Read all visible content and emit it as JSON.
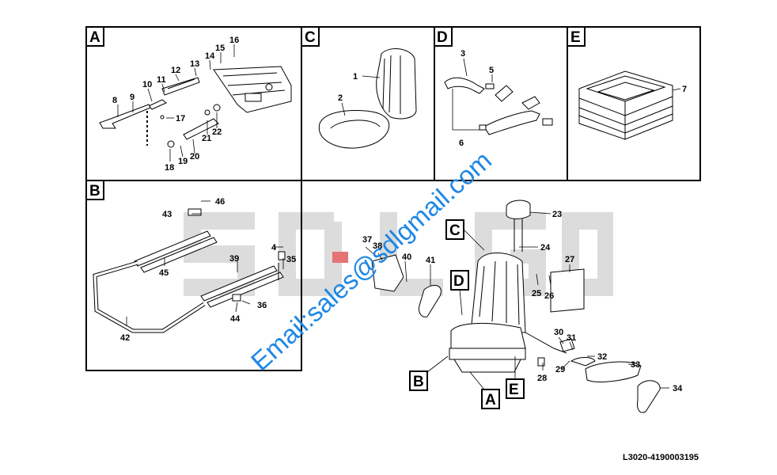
{
  "panels": {
    "A": {
      "letter": "A",
      "callouts": [
        "8",
        "9",
        "10",
        "11",
        "12",
        "13",
        "14",
        "15",
        "16",
        "17",
        "18",
        "19",
        "20",
        "21",
        "22"
      ]
    },
    "B": {
      "letter": "B",
      "callouts": [
        "4",
        "35",
        "36",
        "39",
        "42",
        "43",
        "44",
        "45",
        "46"
      ]
    },
    "C": {
      "letter": "C",
      "callouts": [
        "1",
        "2"
      ]
    },
    "D": {
      "letter": "D",
      "callouts": [
        "3",
        "5",
        "6"
      ]
    },
    "E": {
      "letter": "E",
      "callouts": [
        "7"
      ]
    }
  },
  "main": {
    "tags": [
      "C",
      "D",
      "B",
      "A",
      "E"
    ],
    "callouts": [
      "23",
      "24",
      "25",
      "26",
      "27",
      "28",
      "29",
      "30",
      "31",
      "32",
      "33",
      "34",
      "37",
      "38",
      "40",
      "41"
    ]
  },
  "watermark": {
    "brand": "SDLG",
    "email": "Email:sales@sdlgmail.com"
  },
  "drawing_code": "L3020-4190003195",
  "colors": {
    "watermark_text": "#1e88e5",
    "watermark_logo": "#d9d9d9",
    "logo_red": "#e57373"
  }
}
